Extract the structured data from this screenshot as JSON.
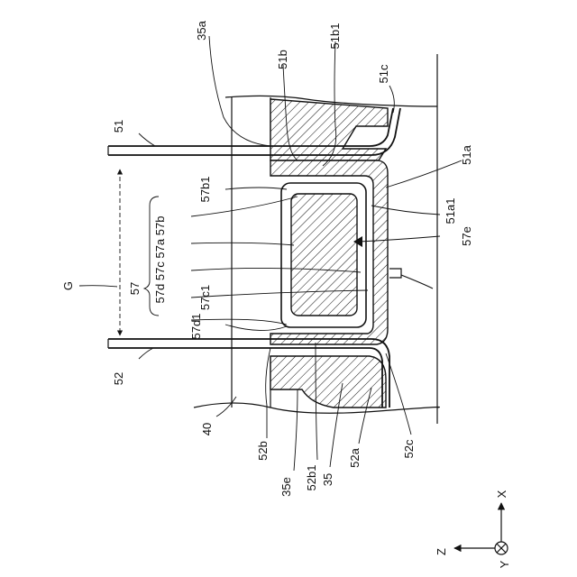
{
  "labels": {
    "l35a": "35a",
    "l51b": "51b",
    "l51b1": "51b1",
    "l51c": "51c",
    "l51": "51",
    "l51a": "51a",
    "l57b1": "57b1",
    "l57group": "57d  57c  57a  57b",
    "l57": "57",
    "lG": "G",
    "l51a1": "51a1",
    "l57e": "57e",
    "l57c1": "57c1",
    "l57d1": "57d1",
    "l52": "52",
    "l40": "40",
    "l52b": "52b",
    "l35e": "35e",
    "l52b1": "52b1",
    "l35": "35",
    "l52a": "52a",
    "l52c": "52c"
  },
  "axes": {
    "x": "X",
    "z": "Z",
    "y": "Y"
  }
}
